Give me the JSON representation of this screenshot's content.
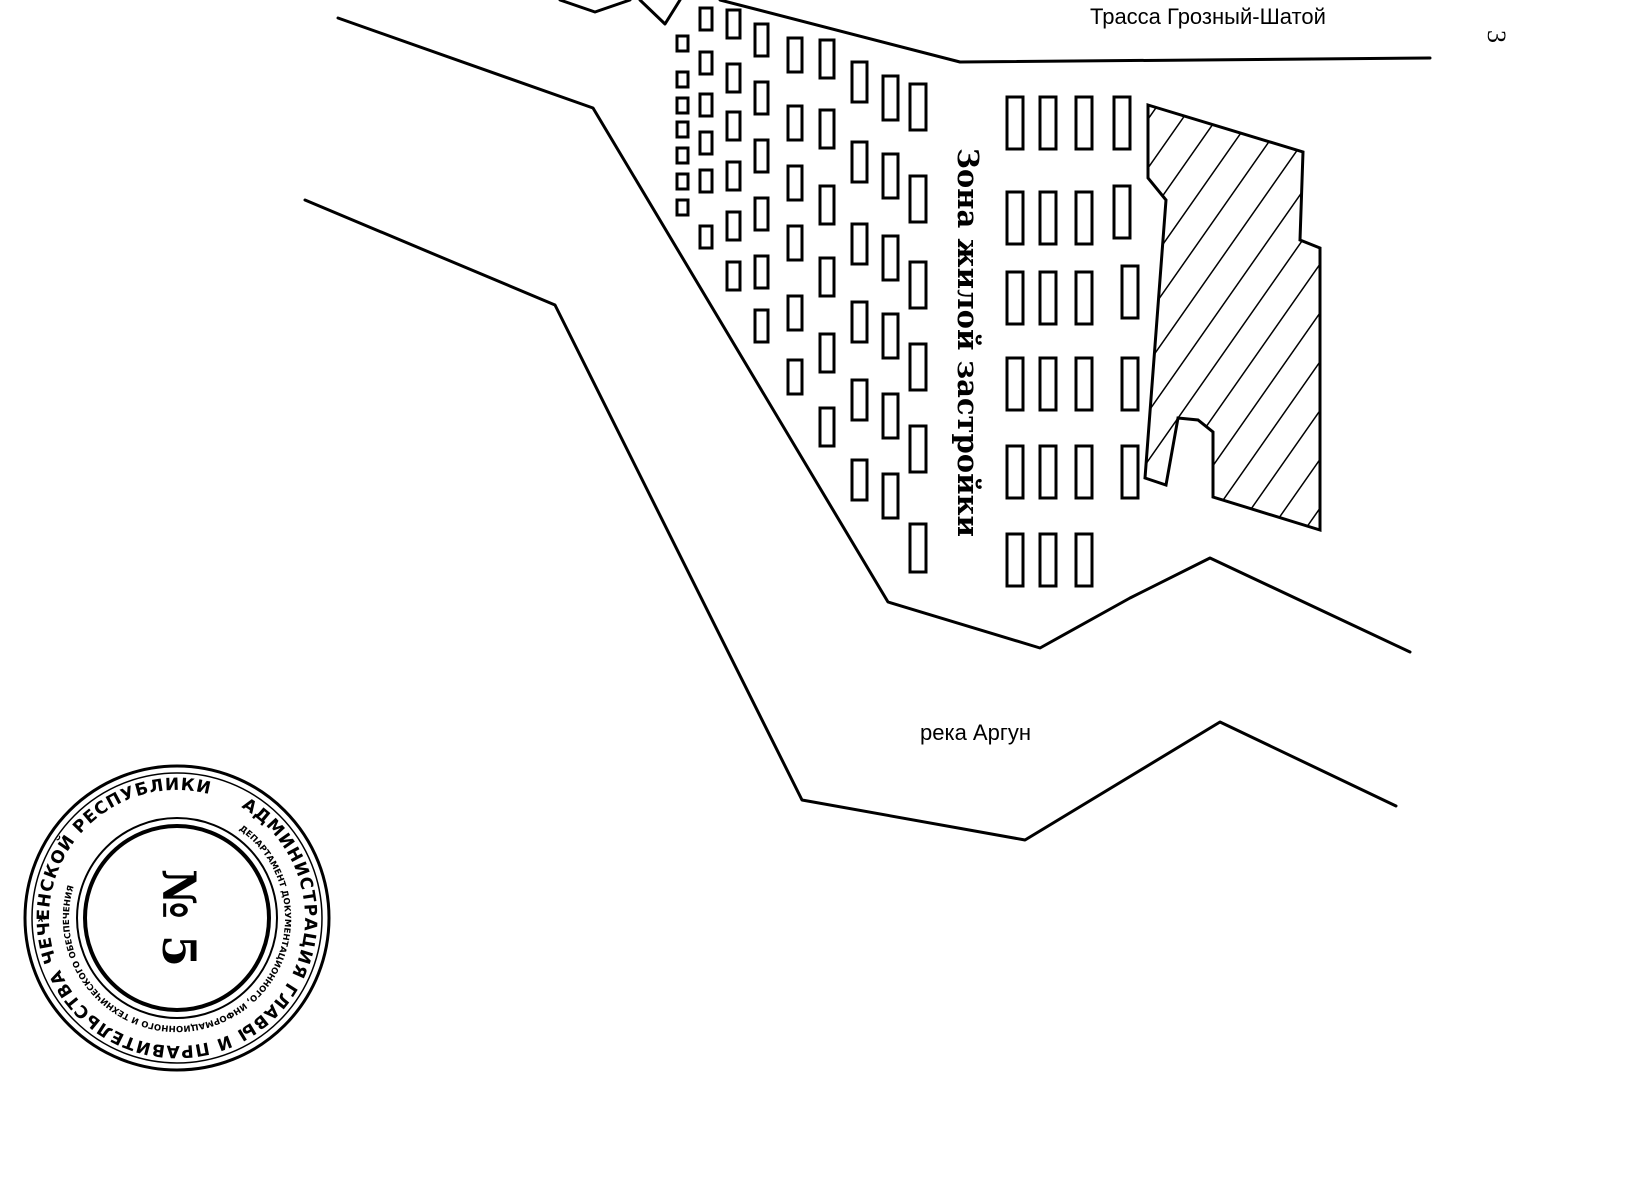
{
  "page": {
    "number": "3"
  },
  "road": {
    "label": "Трасса Грозный-Шатой"
  },
  "zone": {
    "label": "Зона жилой застройки"
  },
  "river": {
    "label": "река Аргун"
  },
  "seal": {
    "outer_text": "АДМИНИСТРАЦИЯ ГЛАВЫ И ПРАВИТЕЛЬСТВА ЧЕЧЕНСКОЙ РЕСПУБЛИКИ",
    "inner_text": "ДЕПАРТАМЕНТ ДОКУМЕНТАЦИОННОГО, ИНФОРМАЦИОННОГО И ТЕХНИЧЕСКОГО ОБЕСПЕЧЕНИЯ",
    "number": "№ 5"
  }
}
